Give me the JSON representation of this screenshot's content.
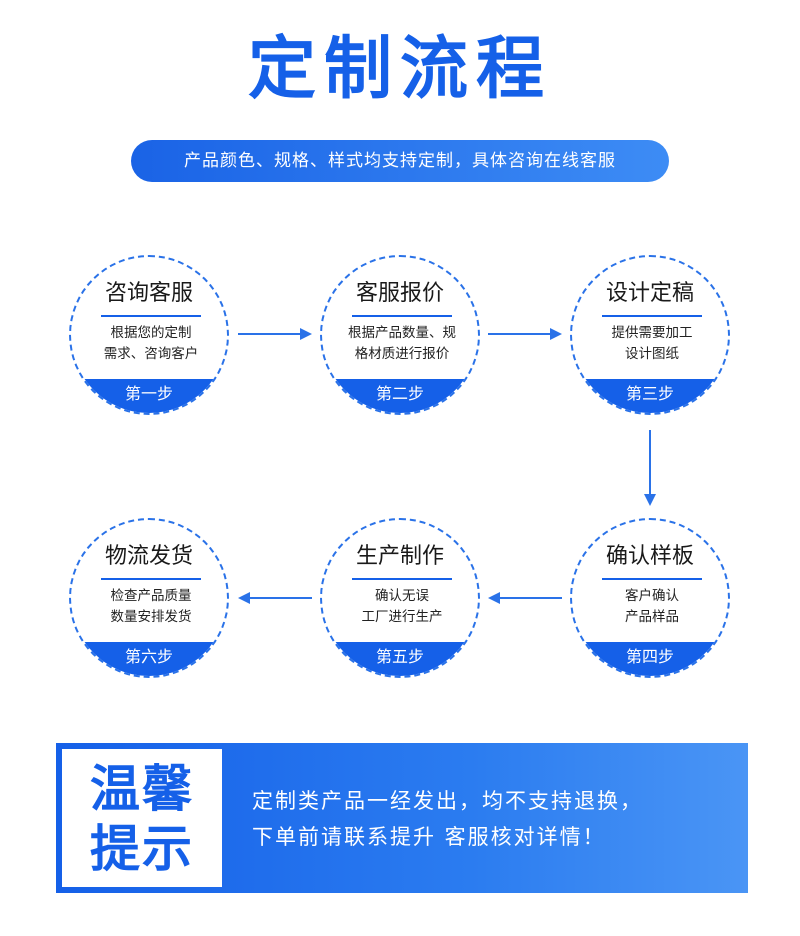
{
  "title": "定制流程",
  "subtitle": "产品颜色、规格、样式均支持定制，具体咨询在线客服",
  "steps": [
    {
      "name": "咨询客服",
      "desc1": "根据您的定制",
      "desc2": "需求、咨询客户",
      "label": "第一步"
    },
    {
      "name": "客服报价",
      "desc1": "根据产品数量、规",
      "desc2": "格材质进行报价",
      "label": "第二步"
    },
    {
      "name": "设计定稿",
      "desc1": "提供需要加工",
      "desc2": "设计图纸",
      "label": "第三步"
    },
    {
      "name": "确认样板",
      "desc1": "客户确认",
      "desc2": "产品样品",
      "label": "第四步"
    },
    {
      "name": "生产制作",
      "desc1": "确认无误",
      "desc2": "工厂进行生产",
      "label": "第五步"
    },
    {
      "name": "物流发货",
      "desc1": "检查产品质量",
      "desc2": "数量安排发货",
      "label": "第六步"
    }
  ],
  "tip": {
    "title_line1": "温馨",
    "title_line2": "提示",
    "text_line1": "定制类产品一经发出，均不支持退换，",
    "text_line2": "下单前请联系提升 客服核对详情！"
  }
}
